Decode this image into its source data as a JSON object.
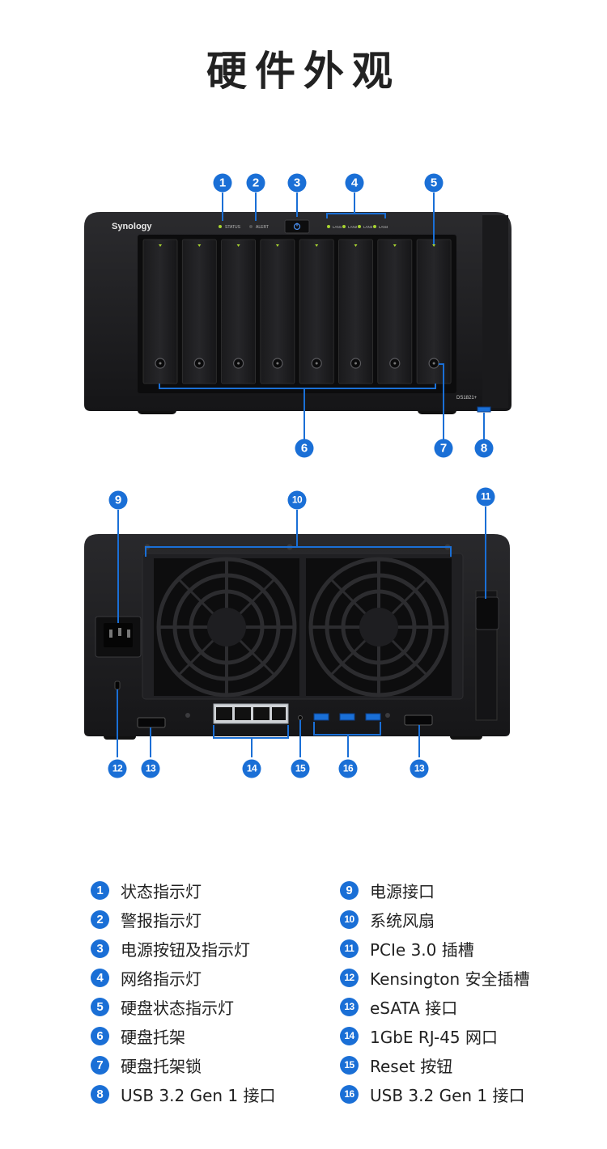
{
  "title": "硬件外观",
  "brand": "Synology",
  "model": "DS1821+",
  "front_panel": {
    "status_label": "STATUS",
    "alert_label": "ALERT",
    "lan_labels": [
      "LAN1",
      "LAN2",
      "LAN3",
      "LAN4"
    ]
  },
  "callouts": {
    "front": [
      "1",
      "2",
      "3",
      "4",
      "5",
      "6",
      "7",
      "8"
    ],
    "rear": [
      "9",
      "10",
      "11",
      "12",
      "13",
      "14",
      "15",
      "16",
      "13"
    ]
  },
  "legend": {
    "left": [
      {
        "num": "1",
        "label": "状态指示灯"
      },
      {
        "num": "2",
        "label": "警报指示灯"
      },
      {
        "num": "3",
        "label": "电源按钮及指示灯"
      },
      {
        "num": "4",
        "label": "网络指示灯"
      },
      {
        "num": "5",
        "label": "硬盘状态指示灯"
      },
      {
        "num": "6",
        "label": "硬盘托架"
      },
      {
        "num": "7",
        "label": "硬盘托架锁"
      },
      {
        "num": "8",
        "label": "USB 3.2 Gen 1 接口"
      }
    ],
    "right": [
      {
        "num": "9",
        "label": "电源接口"
      },
      {
        "num": "10",
        "label": "系统风扇"
      },
      {
        "num": "11",
        "label": "PCIe 3.0 插槽"
      },
      {
        "num": "12",
        "label": "Kensington 安全插槽"
      },
      {
        "num": "13",
        "label": "eSATA 接口"
      },
      {
        "num": "14",
        "label": "1GbE RJ-45 网口"
      },
      {
        "num": "15",
        "label": "Reset 按钮"
      },
      {
        "num": "16",
        "label": "USB 3.2 Gen 1 接口"
      }
    ]
  },
  "colors": {
    "accent": "#1a6fd6",
    "chassis": "#1c1c1e",
    "led": "#a8d430"
  }
}
